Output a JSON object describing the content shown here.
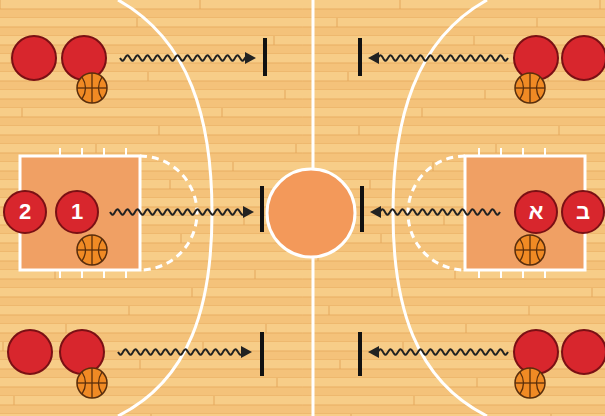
{
  "diagram": {
    "nodes": [
      {
        "text": [
          "2"
        ]
      },
      {
        "text": [
          "1"
        ]
      },
      {
        "text": [
          "א"
        ]
      },
      {
        "text": [
          "ב"
        ]
      }
    ]
  }
}
